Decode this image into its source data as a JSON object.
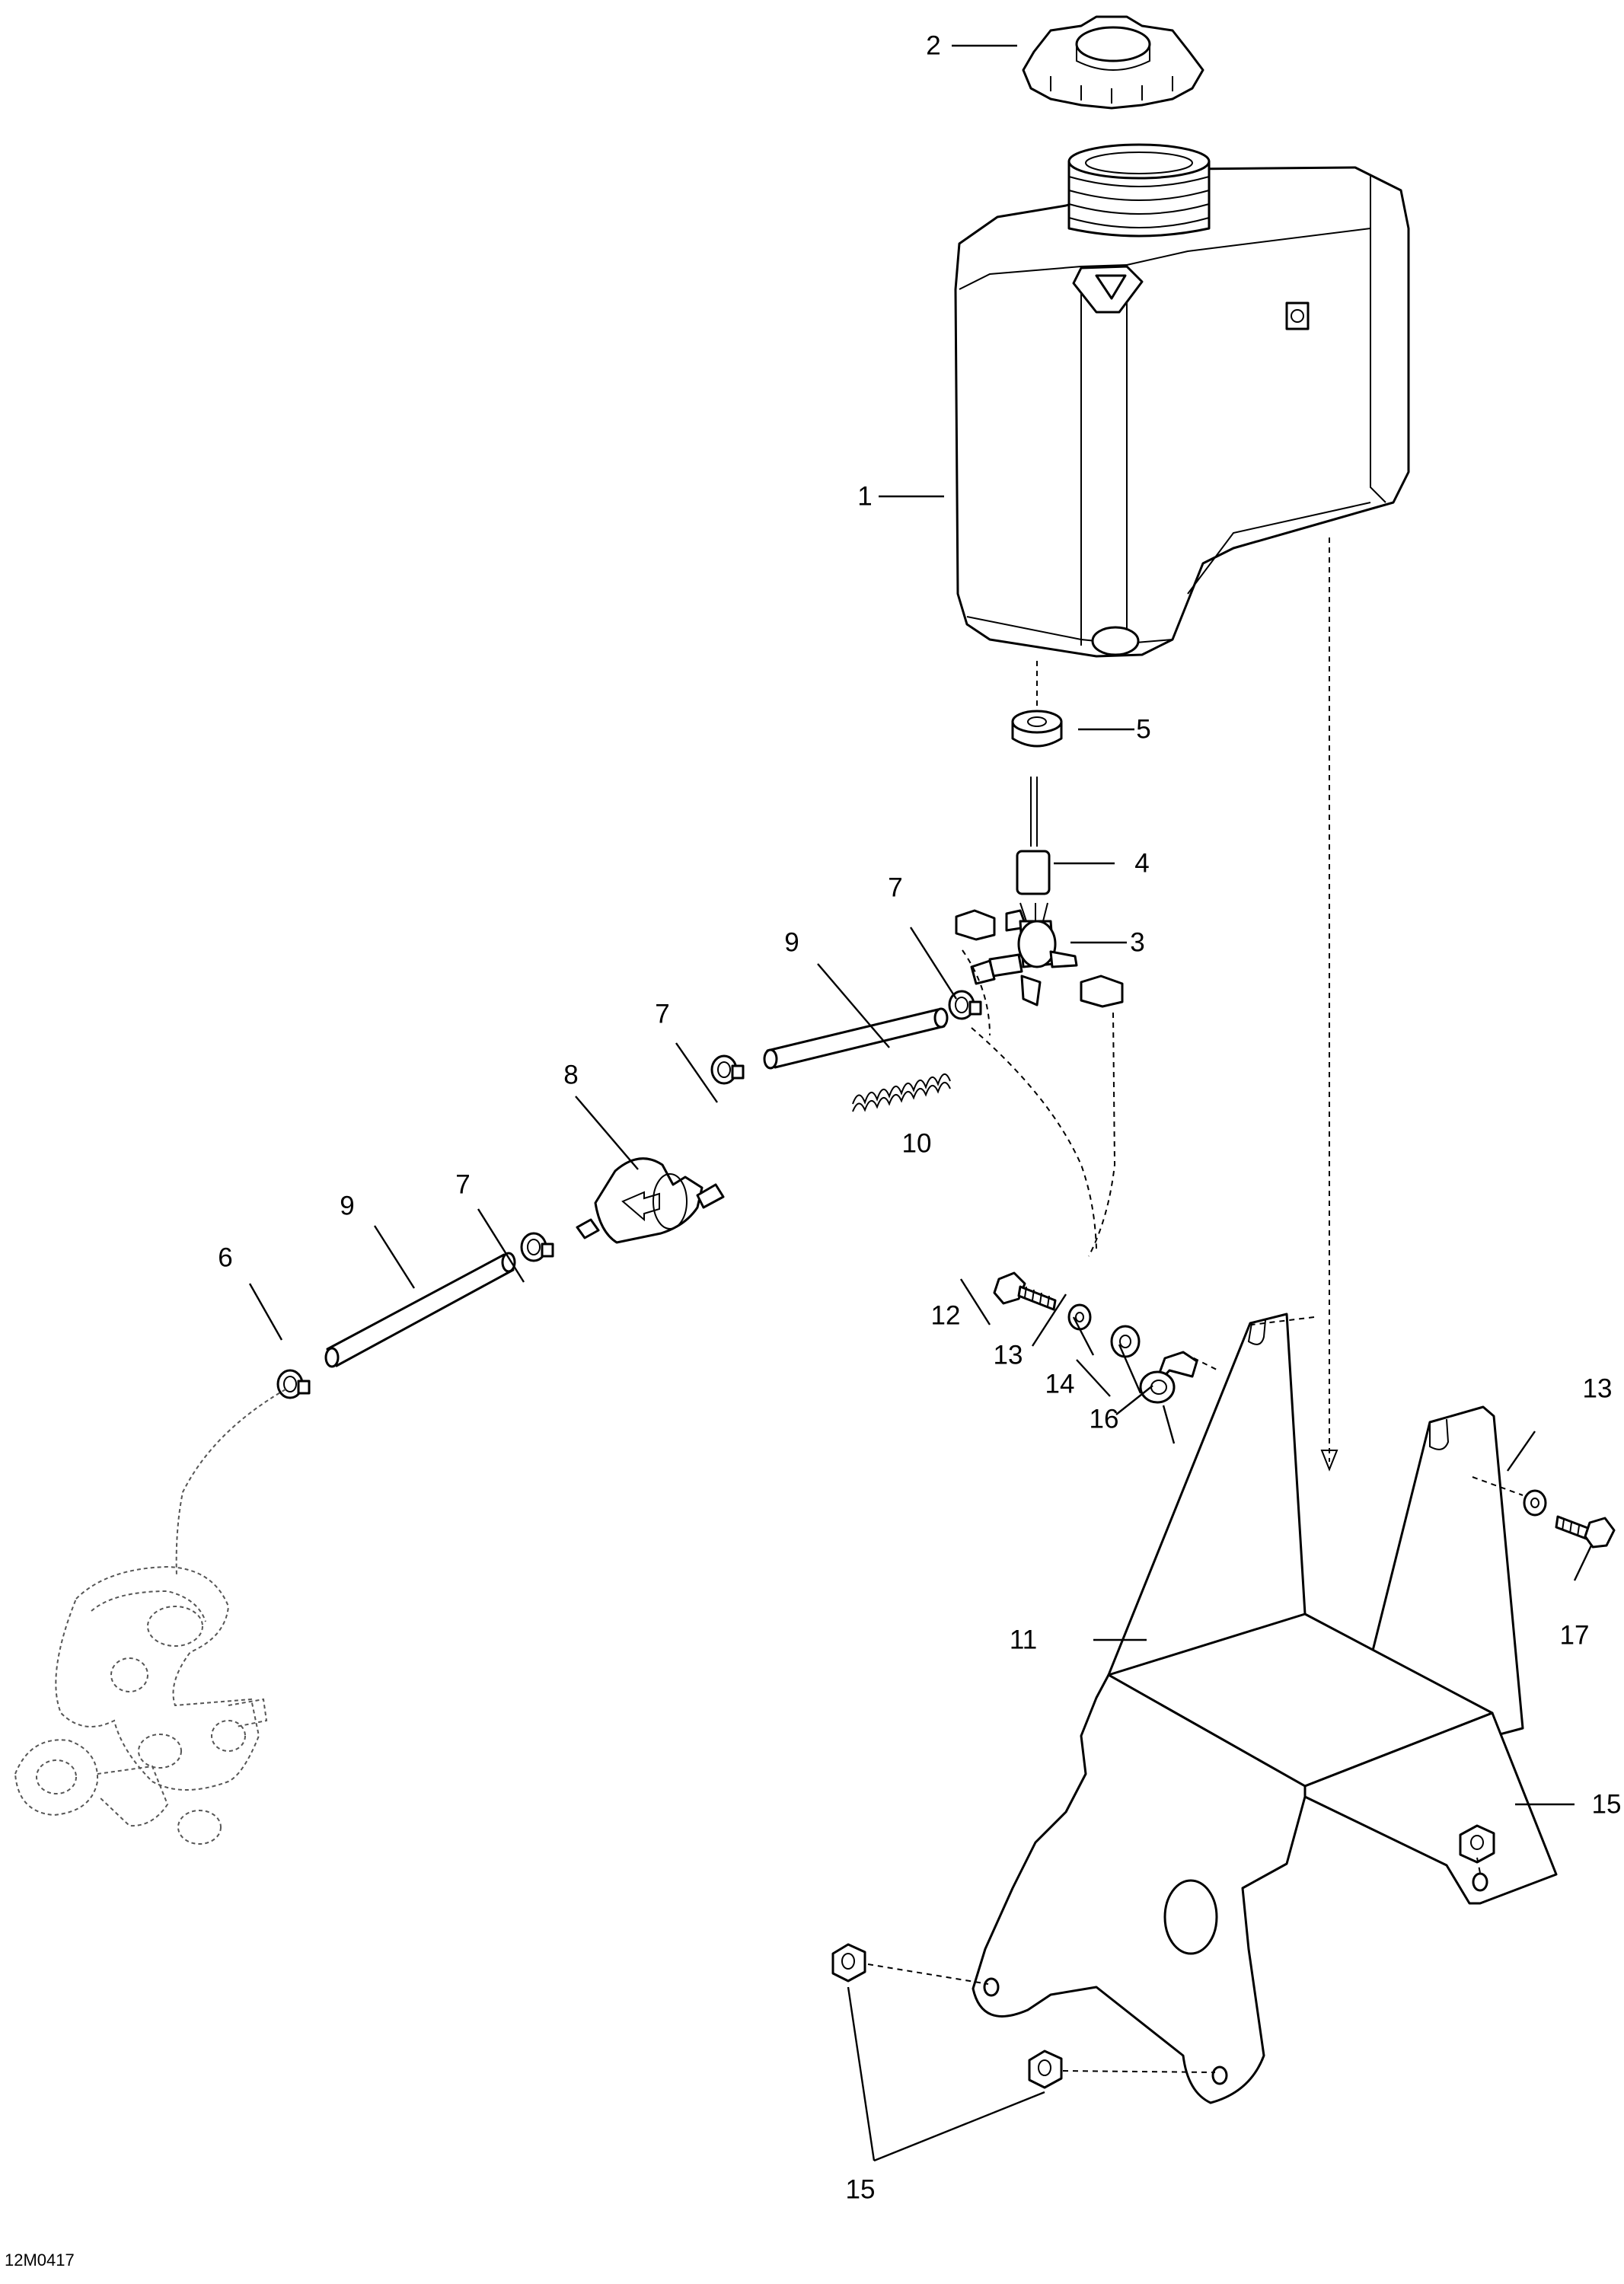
{
  "drawing_code": "12M0417",
  "callouts": {
    "c1": "1",
    "c2": "2",
    "c3": "3",
    "c4": "4",
    "c5": "5",
    "c6": "6",
    "c7a": "7",
    "c7b": "7",
    "c7c": "7",
    "c8": "8",
    "c9a": "9",
    "c9b": "9",
    "c10": "10",
    "c11": "11",
    "c12": "12",
    "c13a": "13",
    "c13b": "13",
    "c14": "14",
    "c15a": "15",
    "c15b": "15",
    "c16": "16",
    "c17": "17"
  }
}
